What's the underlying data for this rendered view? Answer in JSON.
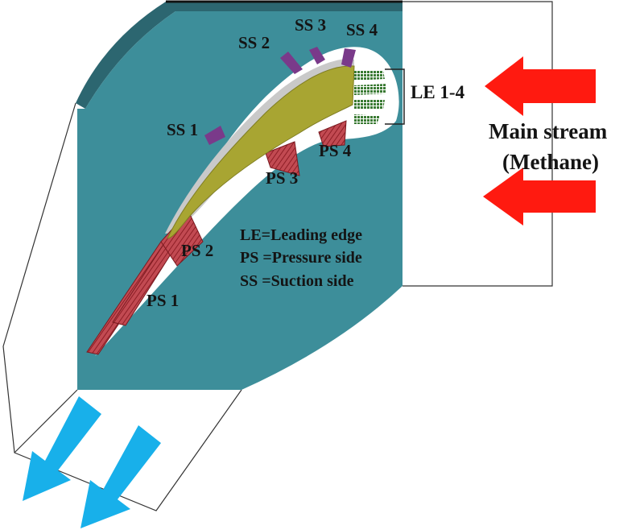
{
  "labels": {
    "ss1": "SS 1",
    "ss2": "SS 2",
    "ss3": "SS 3",
    "ss4": "SS 4",
    "le": "LE 1-4",
    "ps1": "PS 1",
    "ps2": "PS 2",
    "ps3": "PS 3",
    "ps4": "PS 4"
  },
  "legend": {
    "le": "LE=Leading edge",
    "ps": "PS =Pressure side",
    "ss": "SS =Suction side"
  },
  "mainstream": {
    "line1": "Main stream",
    "line2": "(Methane)"
  },
  "colors": {
    "domain": "#3d8e9a",
    "domain_edge": "#2c6670",
    "blade": "#a8a532",
    "pressure_side_holes": "#b0333c",
    "suction_side_holes": "#7a3a8a",
    "leading_edge_holes": "#3a7a33",
    "inlet_arrow": "#ff1a10",
    "outlet_arrow": "#18b0ea"
  }
}
